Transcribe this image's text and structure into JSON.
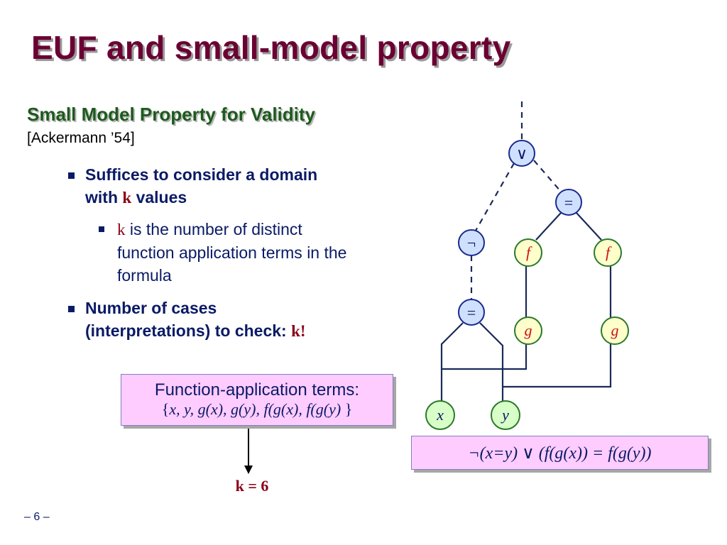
{
  "slide": {
    "title": "EUF and small-model property",
    "subhead": {
      "text": "Small Model Property for Validity",
      "citation": "[Ackermann ’54]"
    },
    "bullets": [
      {
        "text_before": "Suffices to consider a domain with ",
        "k": "k",
        "text_after": " values",
        "sub": {
          "k": "k",
          "text": " is the number of distinct function application terms in the formula"
        }
      },
      {
        "text": "Number of cases (interpretations) to check: ",
        "k": "k!"
      }
    ],
    "terms_box": {
      "line1": "Function-application terms:",
      "open": "{",
      "terms": "x, y, g(x), g(y), f(g(x), f(g(y)",
      "close": " }"
    },
    "k_result": "k = 6",
    "formula": "¬(x=y) ∨ (f(g(x)) = f(g(y))",
    "page_number": "– 6 –"
  },
  "dag": {
    "nodes": [
      {
        "id": "or",
        "label": "∨",
        "italic": false
      },
      {
        "id": "eq_top",
        "label": "=",
        "italic": false
      },
      {
        "id": "not",
        "label": "¬",
        "italic": false
      },
      {
        "id": "f1",
        "label": "f",
        "italic": true
      },
      {
        "id": "f2",
        "label": "f",
        "italic": true
      },
      {
        "id": "eq_bot",
        "label": "=",
        "italic": false
      },
      {
        "id": "g1",
        "label": "g",
        "italic": true
      },
      {
        "id": "g2",
        "label": "g",
        "italic": true
      },
      {
        "id": "x",
        "label": "x",
        "italic": true
      },
      {
        "id": "y",
        "label": "y",
        "italic": true
      }
    ],
    "edges": [
      {
        "from": "or",
        "to": "not",
        "style": "dashed"
      },
      {
        "from": "or",
        "to": "eq_top",
        "style": "dashed"
      },
      {
        "from": "not",
        "to": "eq_bot",
        "style": "dashed"
      },
      {
        "from": "eq_top",
        "to": "f1",
        "style": "solid"
      },
      {
        "from": "eq_top",
        "to": "f2",
        "style": "solid"
      },
      {
        "from": "f1",
        "to": "g1",
        "style": "solid"
      },
      {
        "from": "f2",
        "to": "g2",
        "style": "solid"
      },
      {
        "from": "eq_bot",
        "to": "x",
        "style": "solid"
      },
      {
        "from": "eq_bot",
        "to": "y",
        "style": "solid"
      },
      {
        "from": "g1",
        "to": "x",
        "style": "solid"
      },
      {
        "from": "g2",
        "to": "y",
        "style": "solid"
      }
    ],
    "colors": {
      "operator_fill": "#cfe0ff",
      "operator_stroke": "#1a2a8c",
      "function_fill": "#ffffcc",
      "function_stroke": "#2a7a2a",
      "leaf_fill": "#d9ffc8",
      "leaf_stroke": "#2a7a2a",
      "function_text": "#c81414",
      "leaf_text": "#0a1a66",
      "operator_text": "#0a1a66"
    }
  }
}
